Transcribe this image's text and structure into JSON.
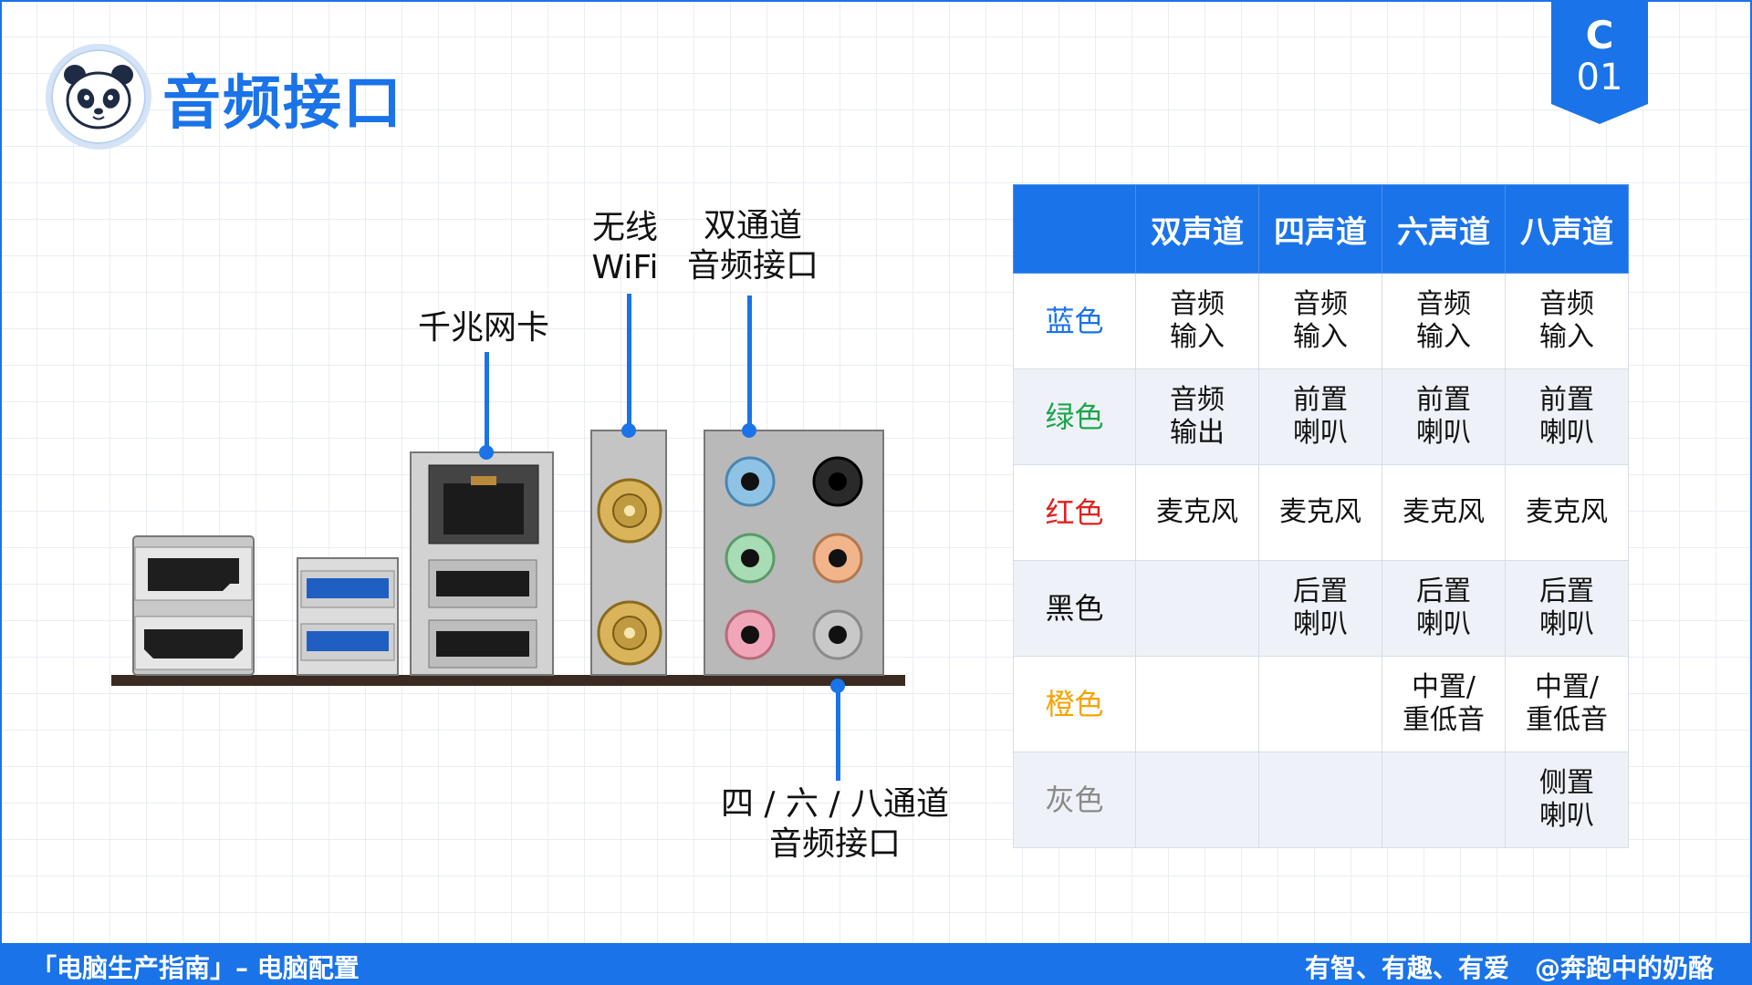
{
  "header": {
    "title": "音频接口",
    "badge_letter": "C",
    "badge_number": "01",
    "logo_icon": "panda-icon"
  },
  "callouts": {
    "lan": "千兆网卡",
    "wifi_line1": "无线",
    "wifi_line2": "WiFi",
    "stereo_line1": "双通道",
    "stereo_line2": "音频接口",
    "multi_line1": "四 / 六 / 八通道",
    "multi_line2": "音频接口"
  },
  "table": {
    "columns": [
      "",
      "双声道",
      "四声道",
      "六声道",
      "八声道"
    ],
    "rows": [
      {
        "color_label": "蓝色",
        "color": "#1a73e8",
        "cells": [
          [
            "音频",
            "输入"
          ],
          [
            "音频",
            "输入"
          ],
          [
            "音频",
            "输入"
          ],
          [
            "音频",
            "输入"
          ]
        ]
      },
      {
        "color_label": "绿色",
        "color": "#1aa64a",
        "cells": [
          [
            "音频",
            "输出"
          ],
          [
            "前置",
            "喇叭"
          ],
          [
            "前置",
            "喇叭"
          ],
          [
            "前置",
            "喇叭"
          ]
        ]
      },
      {
        "color_label": "红色",
        "color": "#e02020",
        "cells": [
          [
            "麦克风"
          ],
          [
            "麦克风"
          ],
          [
            "麦克风"
          ],
          [
            "麦克风"
          ]
        ]
      },
      {
        "color_label": "黑色",
        "color": "#111111",
        "cells": [
          [],
          [
            "后置",
            "喇叭"
          ],
          [
            "后置",
            "喇叭"
          ],
          [
            "后置",
            "喇叭"
          ]
        ]
      },
      {
        "color_label": "橙色",
        "color": "#f5a300",
        "cells": [
          [],
          [],
          [
            "中置/",
            "重低音"
          ],
          [
            "中置/",
            "重低音"
          ]
        ]
      },
      {
        "color_label": "灰色",
        "color": "#8a8a8a",
        "cells": [
          [],
          [],
          [],
          [
            "侧置",
            "喇叭"
          ]
        ]
      }
    ]
  },
  "footer": {
    "left": "「电脑生产指南」– 电脑配置",
    "right": "有智、有趣、有爱　@奔跑中的奶酪"
  },
  "colors": {
    "accent": "#1a73e8"
  }
}
